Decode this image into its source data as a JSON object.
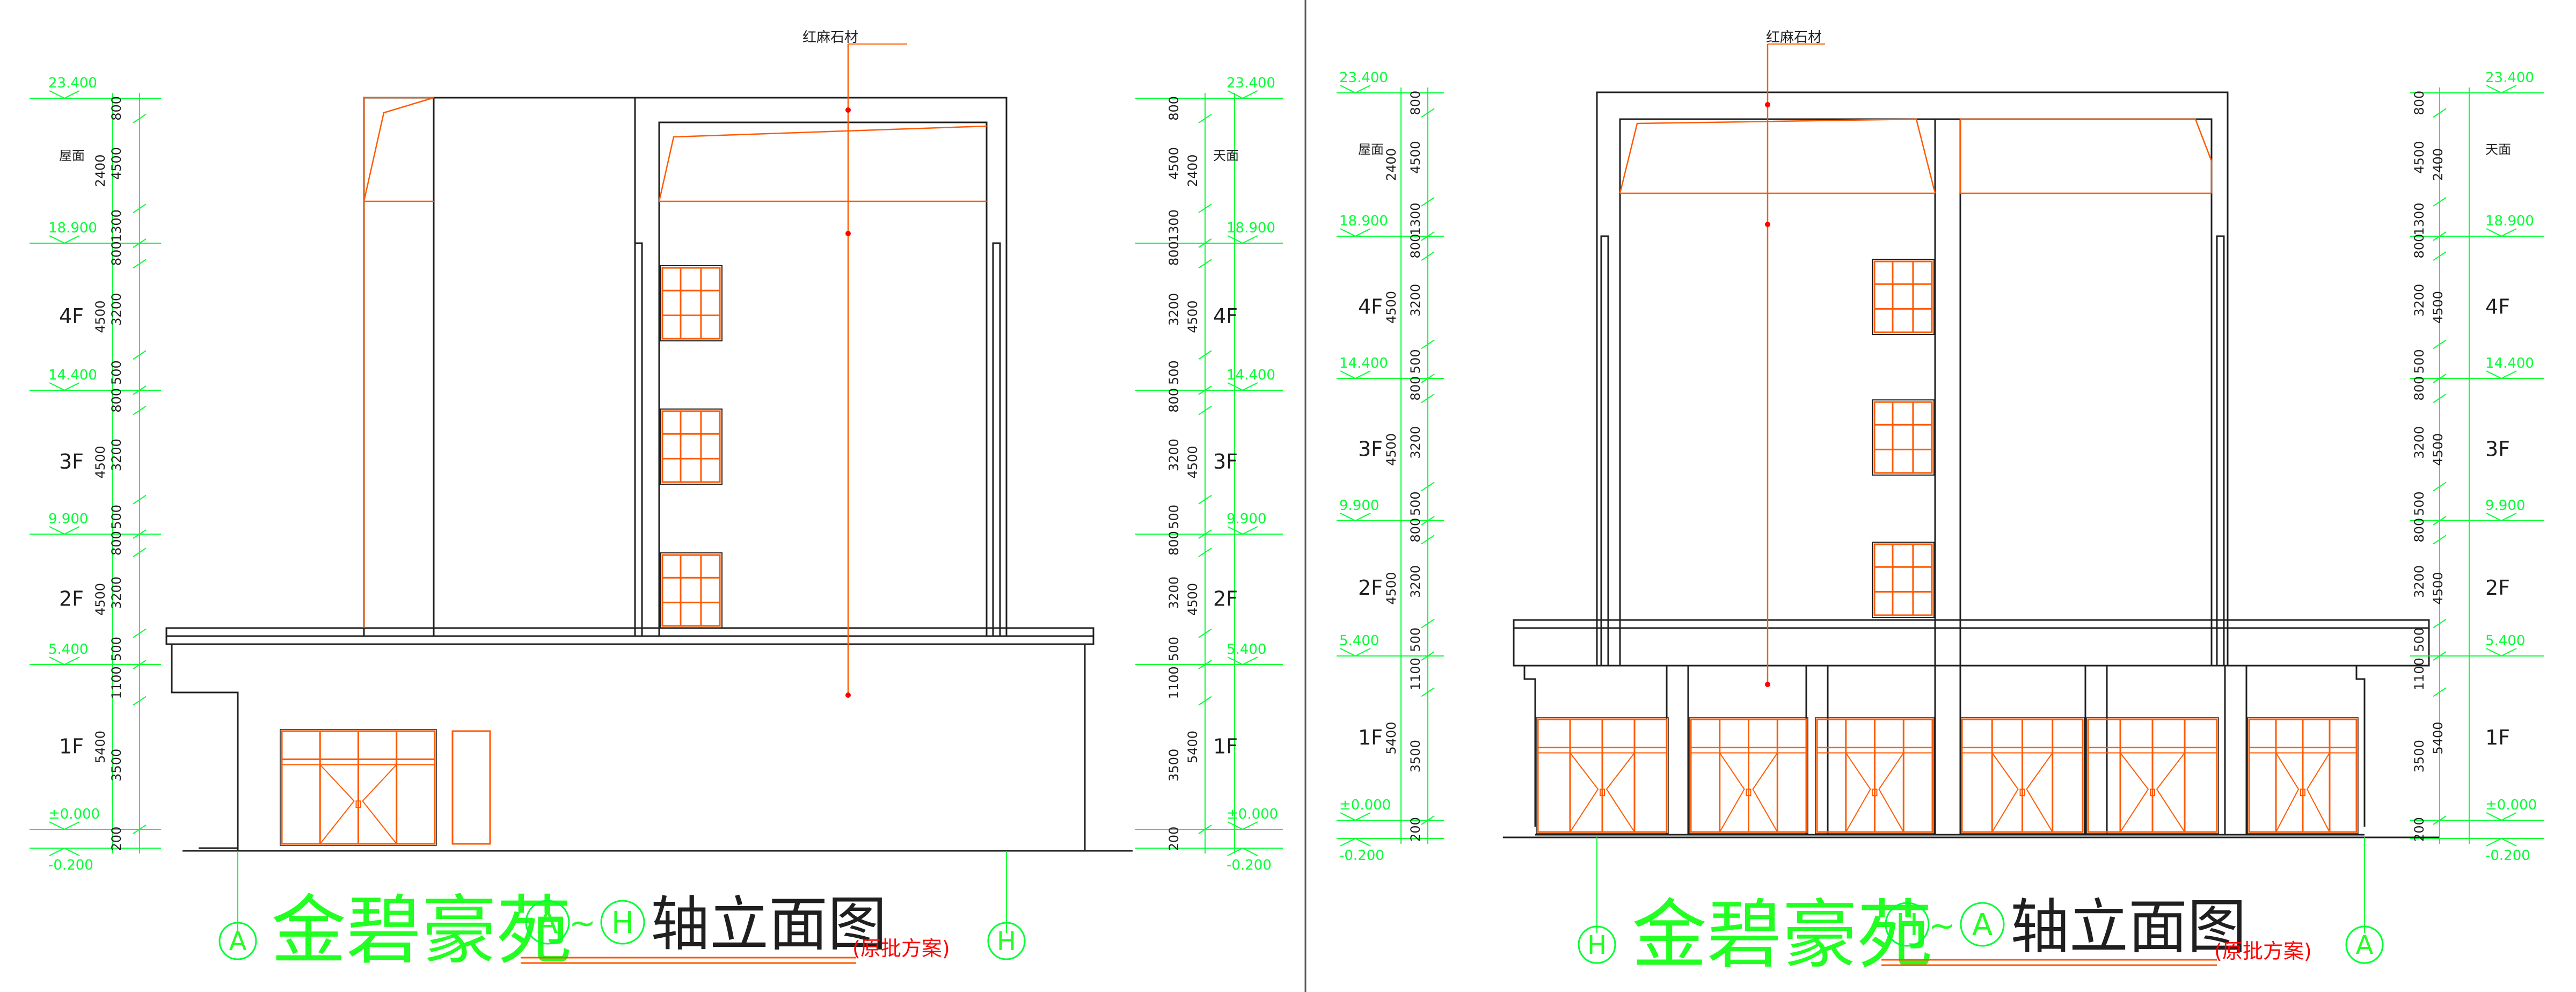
{
  "colors": {
    "dim": "#00ff33",
    "building": "#1f1f1f",
    "orange": "#ff5a00",
    "red": "#ff0000",
    "title_green": "#22ff22",
    "divider": "#5a5a5a"
  },
  "left_panel": {
    "title": "金碧豪苑",
    "axis_start": "A",
    "axis_end": "H",
    "tilde": "~",
    "suffix": "轴立面图",
    "note": "(原批方案)",
    "bubble_left": "A",
    "bubble_right": "H",
    "material_label": "红麻石材",
    "roof_left": "屋面",
    "roof_right": "天面"
  },
  "right_panel": {
    "title": "金碧豪苑",
    "axis_start": "H",
    "axis_end": "A",
    "tilde": "~",
    "suffix": "轴立面图",
    "note": "(原批方案)",
    "bubble_left": "H",
    "bubble_right": "A",
    "material_label": "红麻石材",
    "roof_left": "屋面",
    "roof_right": "天面"
  },
  "levels": [
    "23.400",
    "18.900",
    "14.400",
    "9.900",
    "5.400",
    "±0.000",
    "-0.200"
  ],
  "floors": [
    "4F",
    "3F",
    "2F",
    "1F"
  ],
  "dims": {
    "roof": [
      "800",
      "2400",
      "4500",
      "1300"
    ],
    "floor4": [
      "800",
      "4500",
      "3200",
      "500"
    ],
    "floor3": [
      "800",
      "4500",
      "3200",
      "500"
    ],
    "floor2": [
      "800",
      "4500",
      "3200",
      "500"
    ],
    "floor1": [
      "1100",
      "5400",
      "3500"
    ],
    "base": "200"
  }
}
